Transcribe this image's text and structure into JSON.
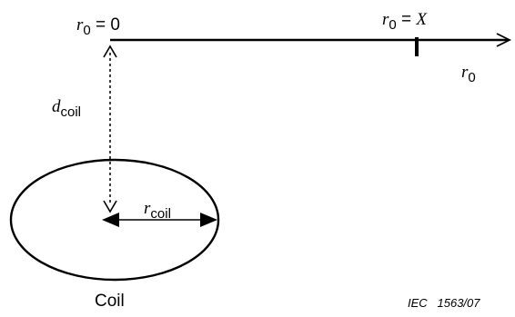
{
  "labels": {
    "r0_origin": {
      "symbol": "r",
      "subscript": "0",
      "separator": " = ",
      "value": "0"
    },
    "r0_marker": {
      "symbol": "r",
      "subscript": "0",
      "separator": " = ",
      "value": "X"
    },
    "r0_axis": {
      "symbol": "r",
      "subscript": "0"
    },
    "d_coil": {
      "symbol": "d",
      "subscript": "coil"
    },
    "r_coil": {
      "symbol": "r",
      "subscript": "coil"
    },
    "coil": "Coil",
    "figure_id": "IEC   1563/07"
  },
  "colors": {
    "stroke": "#000000",
    "background": "#ffffff"
  }
}
